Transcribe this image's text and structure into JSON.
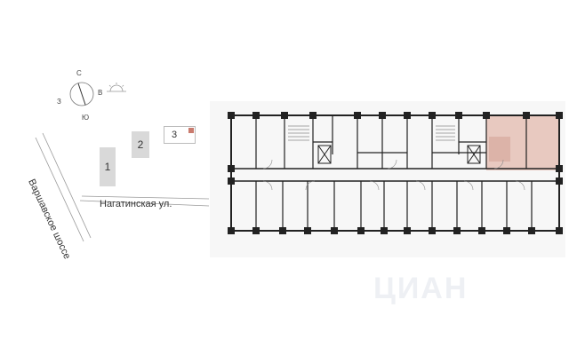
{
  "compass": {
    "north": "С",
    "south": "Ю",
    "west": "З",
    "east": "В"
  },
  "roads": {
    "varshavskoe": "Варшавское шоссе",
    "nagatinskaya": "Нагатинская ул."
  },
  "buildings": {
    "b1": "1",
    "b2": "2",
    "b3": "3"
  },
  "colors": {
    "highlight": "#e8c9c0",
    "wall": "#222222",
    "building": "#d9d9d9",
    "selected_marker": "#c97b6e"
  },
  "watermark": "ЦИАН"
}
